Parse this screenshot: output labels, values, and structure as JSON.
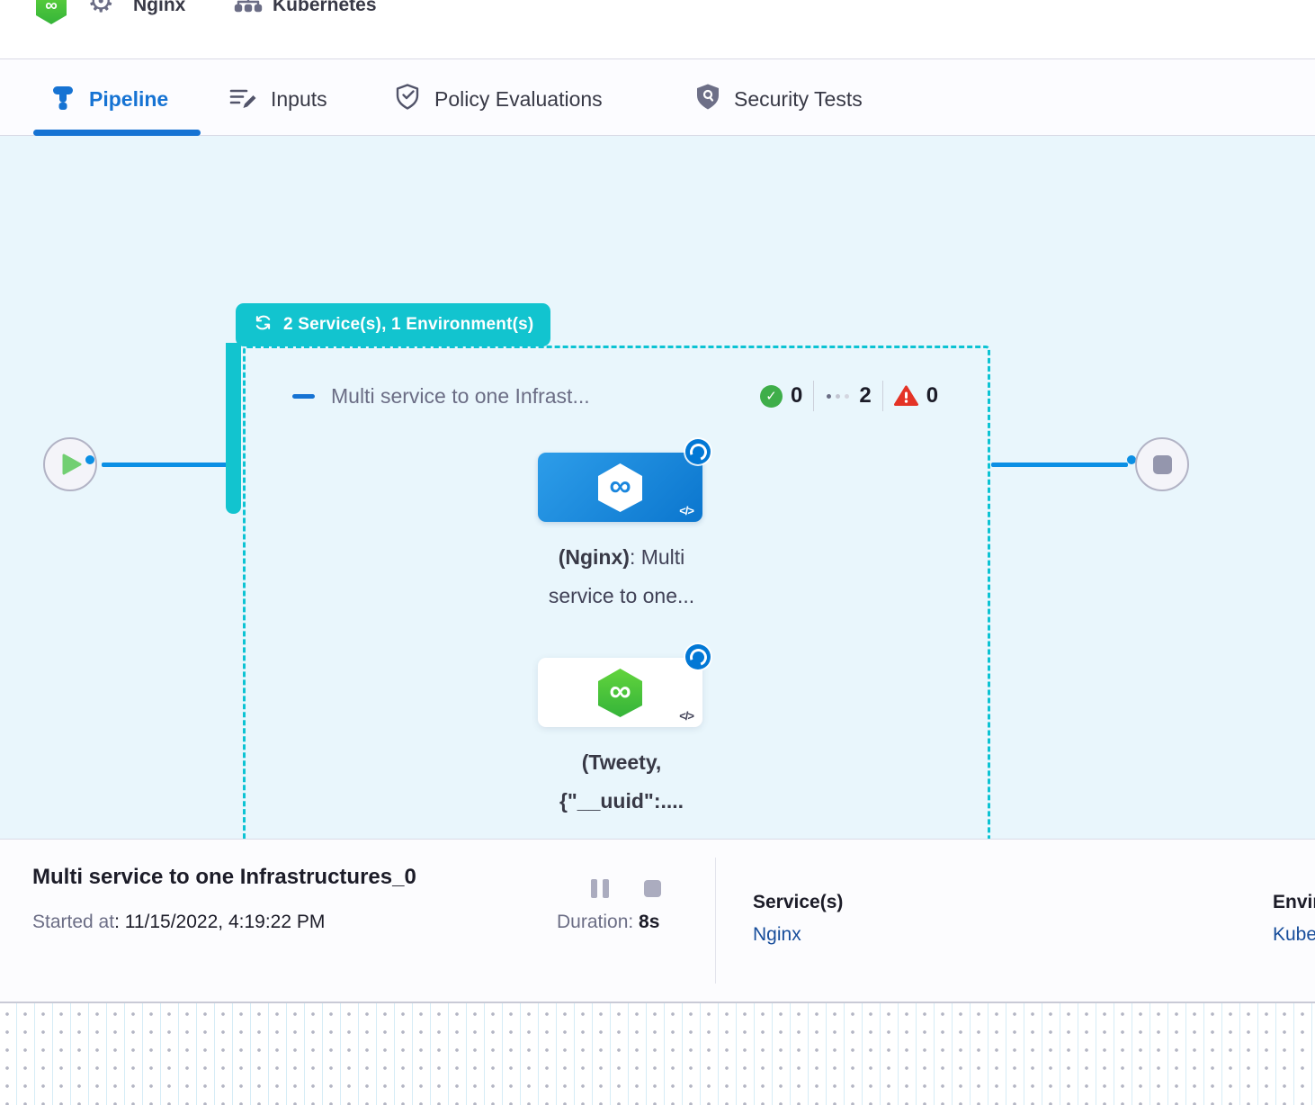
{
  "header": {
    "service_name": "Nginx",
    "environment_name": "Kubernetes"
  },
  "tabs": {
    "pipeline": "Pipeline",
    "inputs": "Inputs",
    "policy_evaluations": "Policy Evaluations",
    "security_tests": "Security Tests"
  },
  "stage": {
    "badge_label": "2 Service(s), 1 Environment(s)",
    "title": "Multi service to one Infrast...",
    "counts": {
      "success": "0",
      "running": "2",
      "failed": "0"
    },
    "nodes": [
      {
        "label_bold": "(Nginx)",
        "label_rest": ": Multi",
        "label_line2": "service to one..."
      },
      {
        "label_line1": "(Tweety,",
        "label_line2": "{\"__uuid\":...."
      }
    ]
  },
  "footer": {
    "title": "Multi service to one Infrastructures_0",
    "started_label": "Started at",
    "started_value": ": 11/15/2022, 4:19:22 PM",
    "duration_label": "Duration:",
    "duration_value": " 8s",
    "services_label": "Service(s)",
    "services_value": "Nginx",
    "environment_label": "Environment(s)",
    "environment_value": "Kubernetes"
  },
  "icons": {
    "infinity": "∞",
    "gear": "⚙",
    "code": "</>",
    "check": "✓",
    "exclamation": "!"
  },
  "colors": {
    "accent_blue": "#0278d5",
    "connector_blue": "#0b8fe4",
    "teal": "#12c4cf",
    "success_green": "#3eae49",
    "error_red": "#e43326",
    "link_navy": "#174d9b",
    "canvas_bg": "#e9f6fc"
  }
}
